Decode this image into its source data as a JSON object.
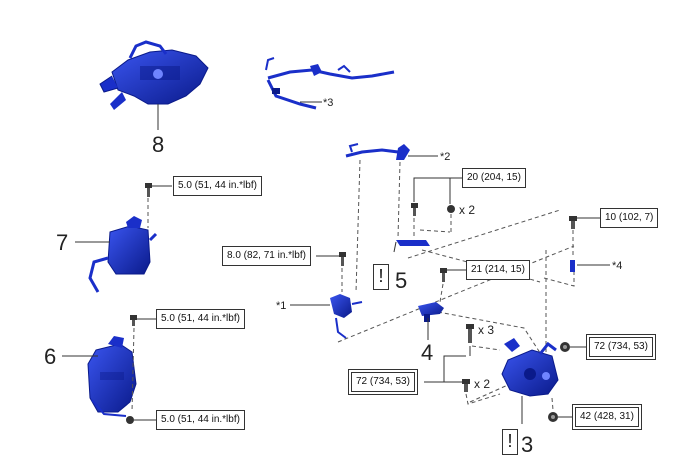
{
  "colors": {
    "part_blue": "#1a2fc9",
    "part_dark": "#0a1a8a",
    "line": "#333333"
  },
  "callouts": {
    "num_8": "8",
    "num_7": "7",
    "num_6": "6",
    "num_5": "5",
    "num_4": "4",
    "num_3": "3",
    "star_1": "*1",
    "star_2": "*2",
    "star_3": "*3",
    "star_4": "*4",
    "qty_x2_top": "x 2",
    "qty_x3": "x 3",
    "qty_x2_bottom": "x 2"
  },
  "torques": {
    "t7": "5.0 (51, 44 in.*lbf)",
    "t_hose": "8.0 (82, 71 in.*lbf)",
    "t6_top": "5.0 (51, 44 in.*lbf)",
    "t6_bottom": "5.0 (51, 44 in.*lbf)",
    "t_20": "20 (204, 15)",
    "t_21": "21 (214, 15)",
    "t_10": "10 (102, 7)",
    "t_72_right": "72 (734, 53)",
    "t_72_left": "72 (734, 53)",
    "t_42": "42 (428, 31)"
  },
  "warnings": {
    "w5": "!",
    "w3": "!"
  }
}
